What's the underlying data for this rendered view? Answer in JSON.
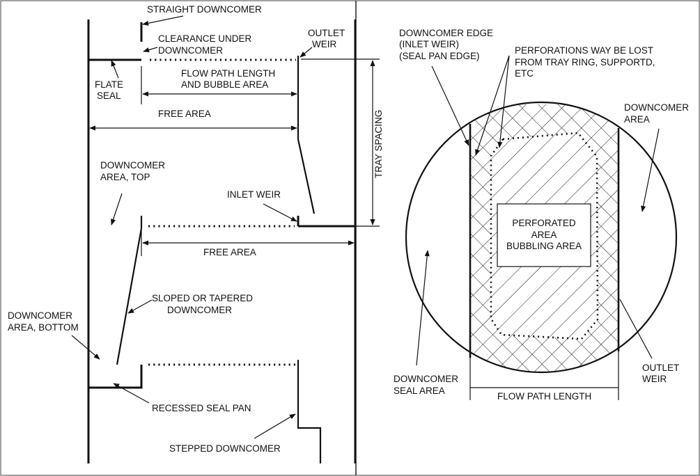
{
  "left_panel": {
    "straight_downcomer": "STRAIGHT DOWNCOMER",
    "clearance_1": "CLEARANCE UNDER",
    "clearance_2": "DOWNCOMER",
    "outlet_weir_1": "OUTLET",
    "outlet_weir_2": "WEIR",
    "flow_path_1": "FLOW PATH LENGTH",
    "flow_path_2": "AND BUBBLE AREA",
    "flate_seal_1": "FLATE",
    "flate_seal_2": "SEAL",
    "free_area_top": "FREE AREA",
    "tray_spacing": "TRAY SPACING",
    "downcomer_top_1": "DOWNCOMER",
    "downcomer_top_2": "AREA, TOP",
    "inlet_weir": "INLET WEIR",
    "free_area_mid": "FREE AREA",
    "sloped_1": "SLOPED OR TAPERED",
    "sloped_2": "DOWNCOMER",
    "downcomer_bottom_1": "DOWNCOMER",
    "downcomer_bottom_2": "AREA, BOTTOM",
    "recessed_seal_pan": "RECESSED SEAL PAN",
    "stepped_downcomer": "STEPPED DOWNCOMER"
  },
  "right_panel": {
    "downcomer_edge_1": "DOWNCOMER EDGE",
    "downcomer_edge_2": "(INLET WEIR)",
    "downcomer_edge_3": "(SEAL PAN EDGE)",
    "perforations_1": "PERFORATIONS WAY BE LOST",
    "perforations_2": "FROM TRAY RING, SUPPORTD,",
    "perforations_3": "ETC",
    "downcomer_area_1": "DOWNCOMER",
    "downcomer_area_2": "AREA",
    "perforated_1": "PERFORATED",
    "perforated_2": "AREA",
    "perforated_3": "BUBBLING AREA",
    "seal_area_1": "DOWNCOMER",
    "seal_area_2": "SEAL AREA",
    "outlet_weir_1": "OUTLET",
    "outlet_weir_2": "WEIR",
    "flow_path_length": "FLOW PATH LENGTH"
  }
}
